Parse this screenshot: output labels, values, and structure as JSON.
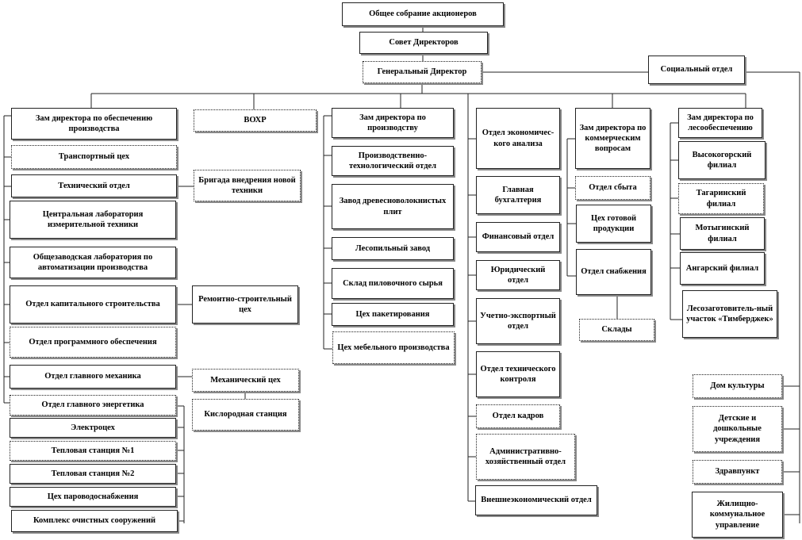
{
  "title": "Организационная структура",
  "boxes": [
    "Общее собрание акционеров",
    "Совет Директоров",
    "Генеральный Директор",
    "Социальный отдел",
    "Зам директора по обеспечению производства",
    "ВОХР",
    "Транспортный цех",
    "Технический отдел",
    "Бригада внедрения новой техники",
    "Центральная лаборатория измерительной техники",
    "Общезаводская лаборатория по автоматизации производства",
    "Отдел капитального строительства",
    "Ремонтно-строительный цех",
    "Отдел программного обеспечения",
    "Отдел главного механика",
    "Механический цех",
    "Кислородная станция",
    "Отдел главного энергетика",
    "Электроцех",
    "Тепловая станция №1",
    "Тепловая станция №2",
    "Цех пароводоснабжения",
    "Комплекс очистных сооружений",
    "Зам директора по производству",
    "Производственно-технологический отдел",
    "Завод древесноволокнистых плит",
    "Лесопильный завод",
    "Склад пиловочного сырья",
    "Цех пакетирования",
    "Цех мебельного производства",
    "Отдел экономичес-кого анализа",
    "Главная бухгалтерия",
    "Финансовый отдел",
    "Юридический отдел",
    "Учетно-экспортный отдел",
    "Отдел технического контроля",
    "Отдел кадров",
    "Административно-хозяйственный отдел",
    "Внешнеэкономический отдел",
    "Зам директора по коммерческим вопросам",
    "Отдел сбыта",
    "Цех готовой продукции",
    "Отдел снабжения",
    "Склады",
    "Зам директора по лесообеспечению",
    "Высокогорский филиал",
    "Тагаринский филиал",
    "Мотыгинский филиал",
    "Ангарский филиал",
    "Лесозаготовитель-ный участок «Тимберджек»",
    "Дом культуры",
    "Детские и дошкольные учреждения",
    "Здравпункт",
    "Жилищно-коммунальное управление"
  ]
}
